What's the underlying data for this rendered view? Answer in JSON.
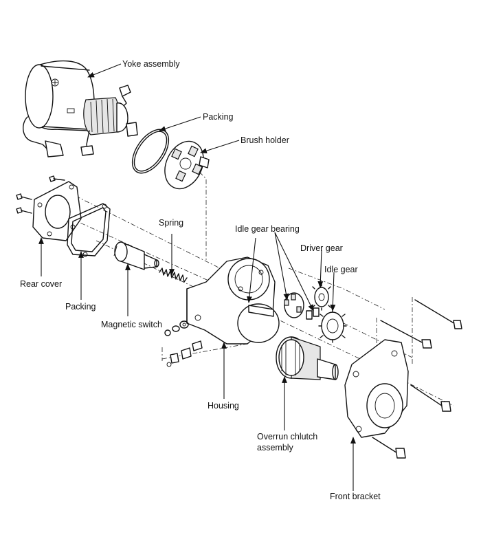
{
  "labels": {
    "yoke_assembly": "Yoke assembly",
    "packing_top": "Packing",
    "brush_holder": "Brush holder",
    "spring": "Spring",
    "idle_gear_bearing": "Idle gear bearing",
    "driver_gear": "Driver gear",
    "idle_gear": "Idle gear",
    "rear_cover": "Rear cover",
    "packing_bottom": "Packing",
    "magnetic_switch": "Magnetic switch",
    "housing": "Housing",
    "overrun_clutch_line1": "Overrun chlutch",
    "overrun_clutch_line2": "assembly",
    "front_bracket": "Front bracket"
  }
}
